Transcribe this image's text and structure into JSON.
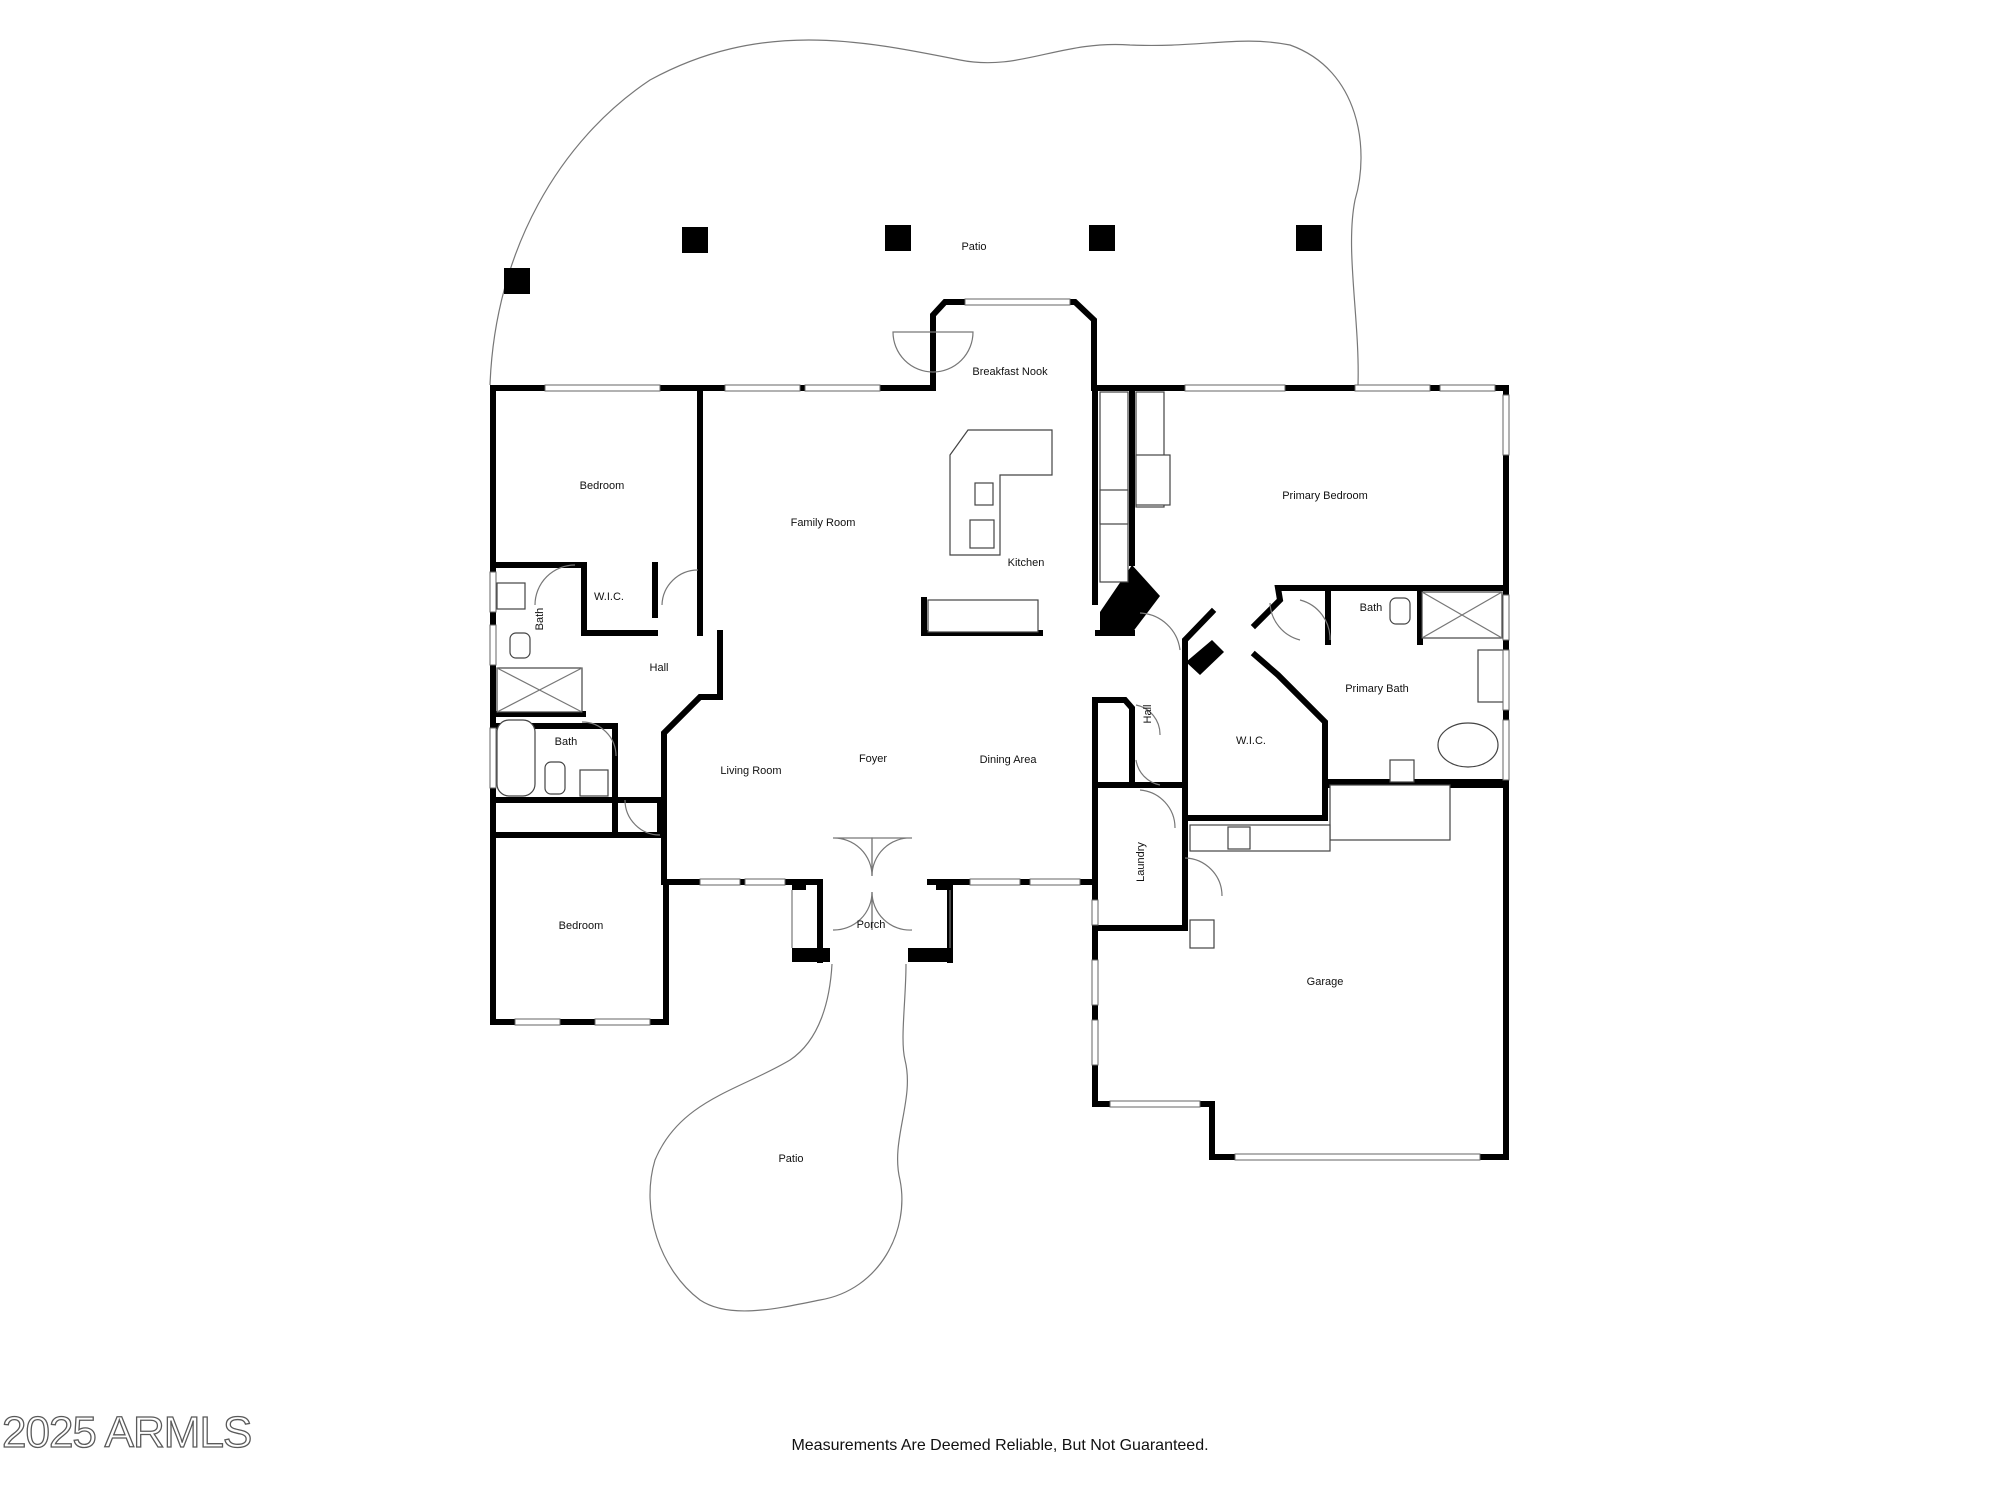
{
  "rooms": {
    "patio_back": "Patio",
    "breakfast_nook": "Breakfast Nook",
    "bedroom_1": "Bedroom",
    "family_room": "Family Room",
    "kitchen": "Kitchen",
    "primary_bedroom": "Primary Bedroom",
    "bath_1": "Bath",
    "wic_1": "W.I.C.",
    "hall_1": "Hall",
    "bath_2": "Bath",
    "living_room": "Living Room",
    "foyer": "Foyer",
    "dining_area": "Dining Area",
    "hall_2": "Hall",
    "bath_3": "Bath",
    "primary_bath": "Primary Bath",
    "wic_2": "W.I.C.",
    "laundry": "Laundry",
    "bedroom_2": "Bedroom",
    "porch": "Porch",
    "garage": "Garage",
    "patio_front": "Patio"
  },
  "watermark": "2025 ARMLS",
  "footer_note": "Measurements Are Deemed Reliable, But Not Guaranteed."
}
